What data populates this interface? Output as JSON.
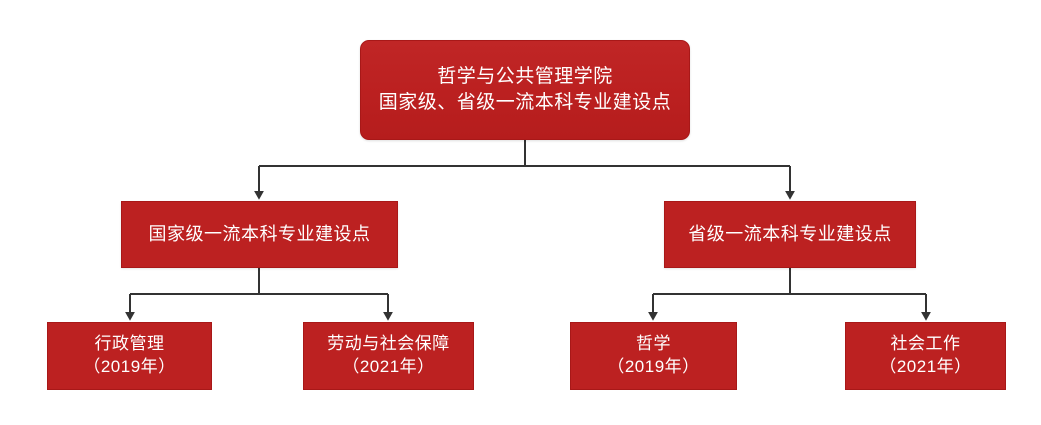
{
  "diagram": {
    "type": "organizational-tree",
    "title_text": "哲学与公共管理学院\n国家级、省级一流本科专业建设点",
    "colors": {
      "node_fill": "#BC2121",
      "node_border": "#A81818",
      "node_text": "#FFFFFF",
      "connector": "#333333",
      "background": "#FFFFFF"
    },
    "root": {
      "label": "哲学与公共管理学院\n国家级、省级一流本科专业建设点",
      "line1": "哲学与公共管理学院",
      "line2": "国家级、省级一流本科专业建设点"
    },
    "level2": [
      {
        "label": "国家级一流本科专业建设点"
      },
      {
        "label": "省级一流本科专业建设点"
      }
    ],
    "leaves": [
      {
        "label": "行政管理\n（2019年）",
        "name": "行政管理",
        "year": "（2019年）",
        "parent": "国家级一流本科专业建设点"
      },
      {
        "label": "劳动与社会保障\n（2021年）",
        "name": "劳动与社会保障",
        "year": "（2021年）",
        "parent": "国家级一流本科专业建设点"
      },
      {
        "label": "哲学\n（2019年）",
        "name": "哲学",
        "year": "（2019年）",
        "parent": "省级一流本科专业建设点"
      },
      {
        "label": "社会工作\n（2021年）",
        "name": "社会工作",
        "year": "（2021年）",
        "parent": "省级一流本科专业建设点"
      }
    ]
  }
}
